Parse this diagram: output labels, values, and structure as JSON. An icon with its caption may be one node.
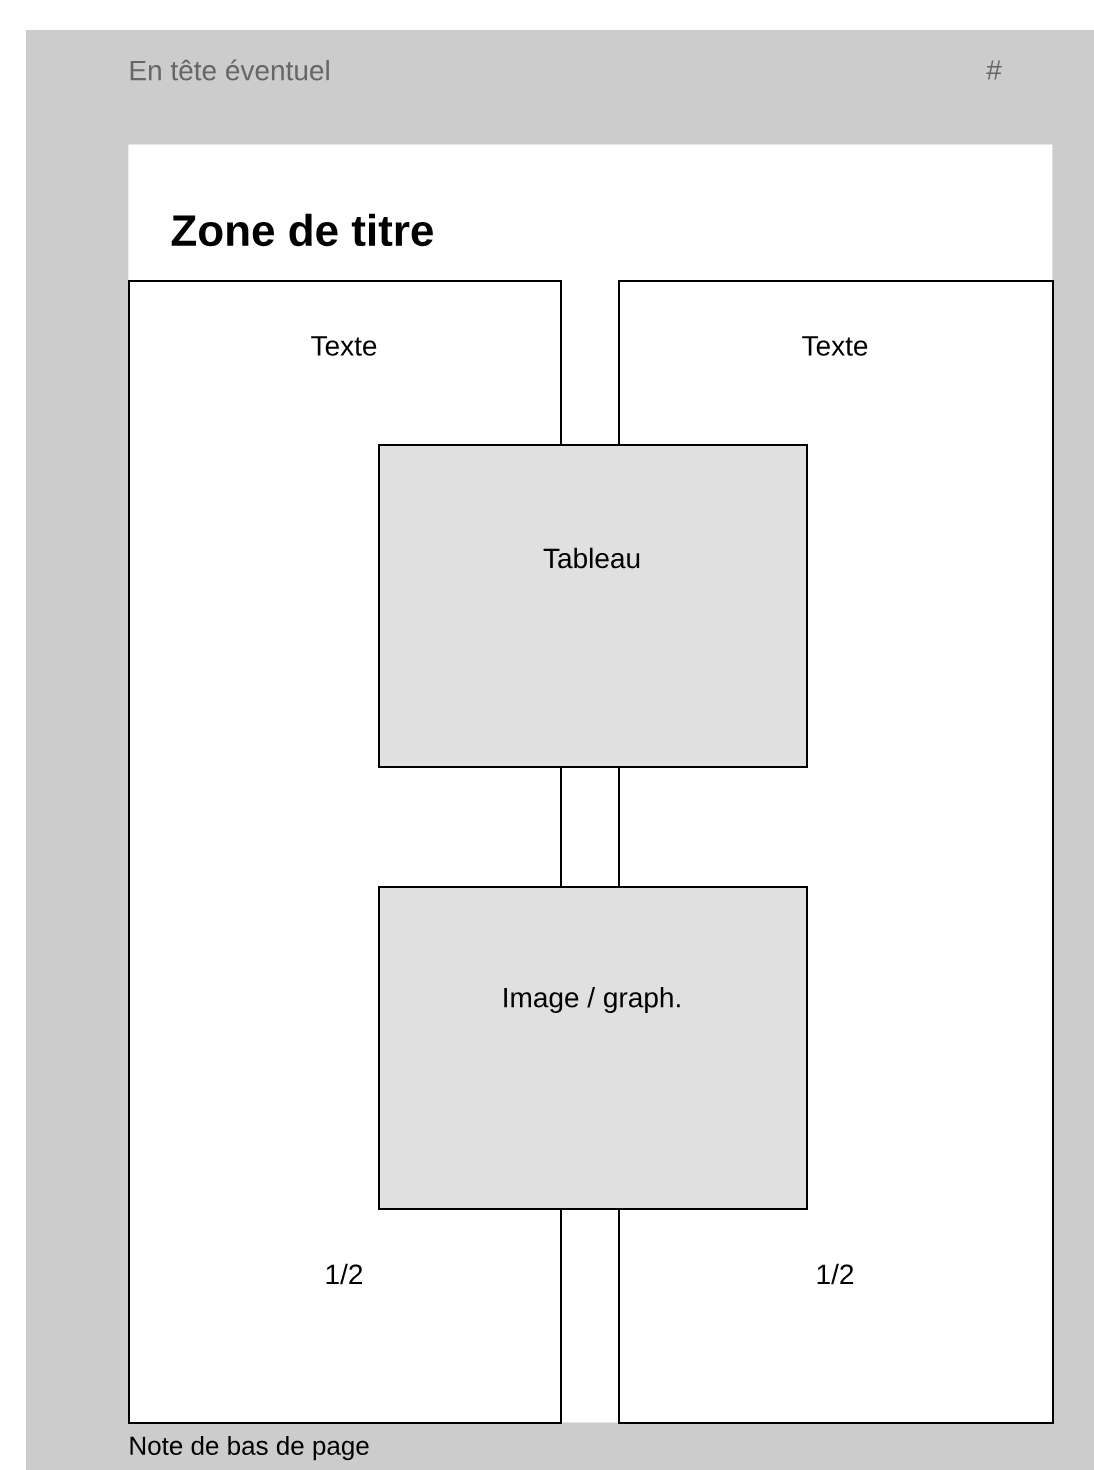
{
  "diagram": {
    "nodes": [
      {
        "text": [
          "Zone de titre"
        ]
      },
      {
        "text": [
          "Texte",
          "1/2"
        ],
        "in": 0
      },
      {
        "text": [
          "Texte",
          "1/2"
        ],
        "in": 0
      },
      {
        "text": [
          "Tableau"
        ],
        "in": 0
      },
      {
        "text": [
          "Image / graph."
        ],
        "in": 0
      }
    ],
    "labels": [
      "En tête éventuel",
      "#",
      "Note de bas de page"
    ]
  }
}
